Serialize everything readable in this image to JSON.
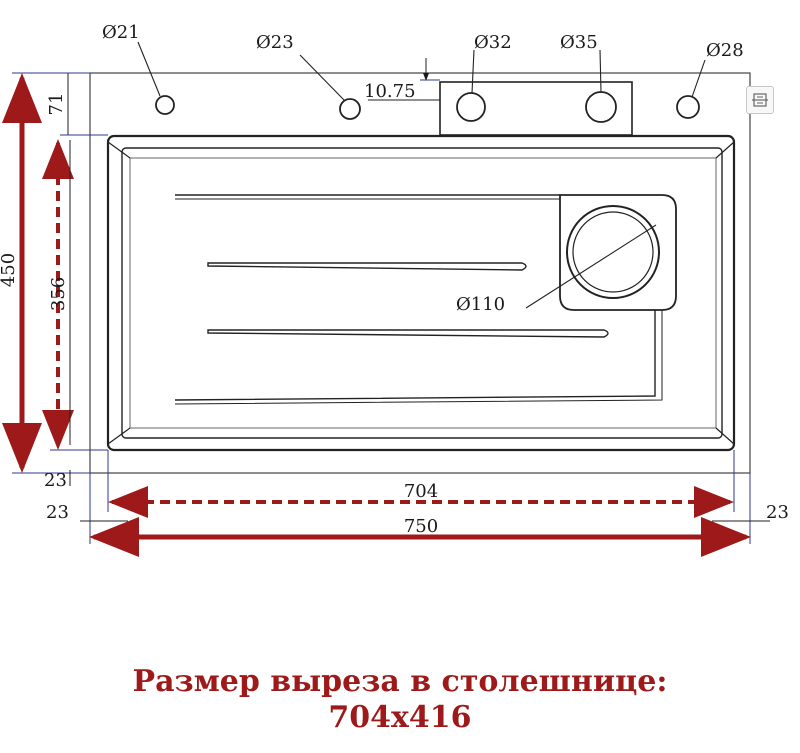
{
  "labels": {
    "hole1": "Ø21",
    "hole2": "Ø23",
    "hole3": "Ø32",
    "hole4": "Ø35",
    "hole5": "Ø28",
    "offset_top": "10.75",
    "height_top": "71",
    "height_total": "450",
    "height_inner": "356",
    "bottom_gap": "23",
    "drain": "Ø110",
    "width_inner": "704",
    "width_total": "750",
    "side_left": "23",
    "side_right": "23"
  },
  "caption": {
    "line1": "Размер выреза в столешнице:",
    "line2": "704x416"
  },
  "colors": {
    "accent": "#9e1a1a",
    "line": "#1a1a1a",
    "dim_blue": "#2b3a8c"
  },
  "icons": {
    "toolbar": "scan-icon"
  }
}
